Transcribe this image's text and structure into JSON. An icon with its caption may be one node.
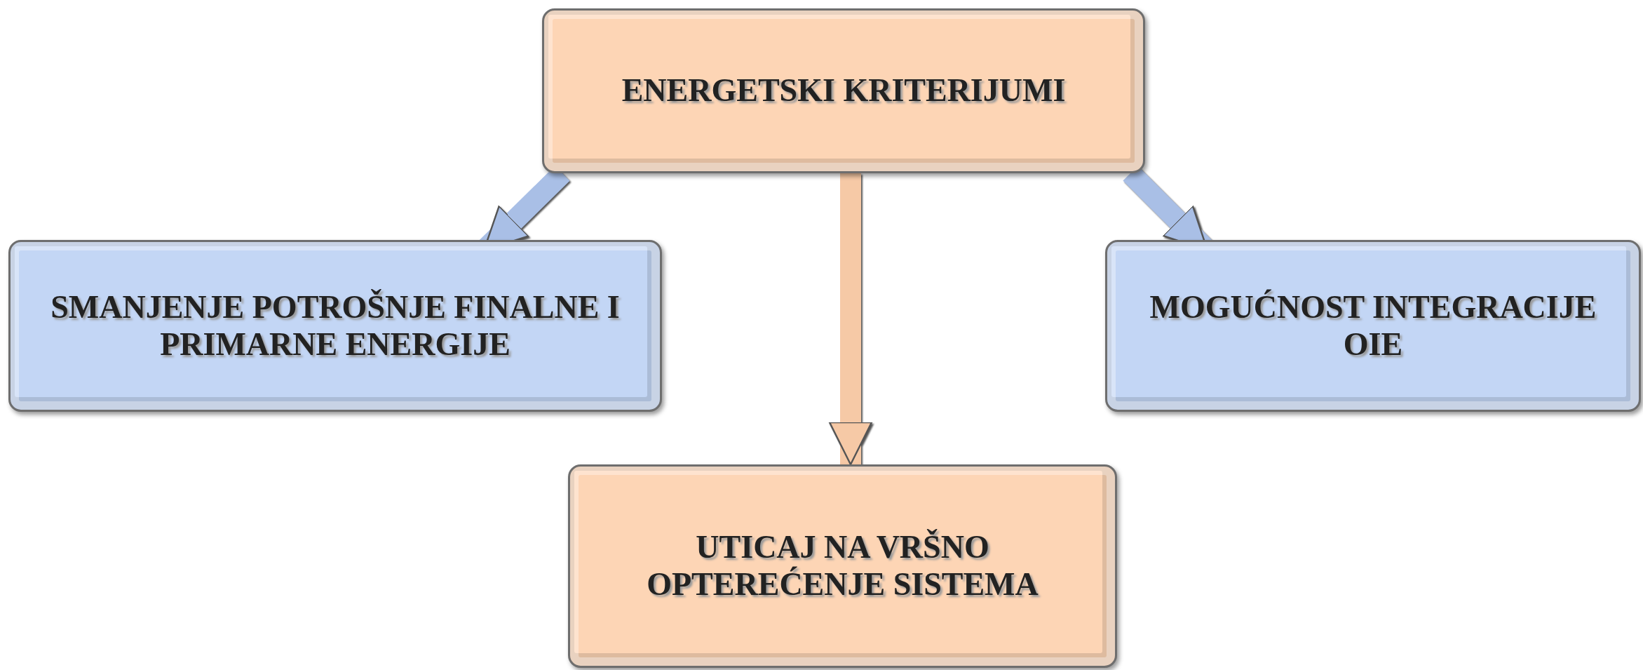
{
  "diagram": {
    "nodes": [
      {
        "text": [
          "ENERGETSKI KRITERIJUMI"
        ]
      },
      {
        "text": [
          "SMANJENJE POTROŠNJE FINALNE I PRIMARNE ENERGIJE"
        ]
      },
      {
        "text": [
          "MOGUĆNOST INTEGRACIJE OIE"
        ]
      },
      {
        "text": [
          "UTICAJ NA VRŠNO OPTEREĆENJE SISTEMA"
        ]
      }
    ],
    "edges": [
      {
        "from": 0,
        "to": 1,
        "arrow": "to",
        "color": "#a9bfe6"
      },
      {
        "from": 0,
        "to": 3,
        "arrow": "to",
        "color": "#f6c9a6"
      },
      {
        "from": 0,
        "to": 2,
        "arrow": "to",
        "color": "#a9bfe6"
      }
    ]
  }
}
